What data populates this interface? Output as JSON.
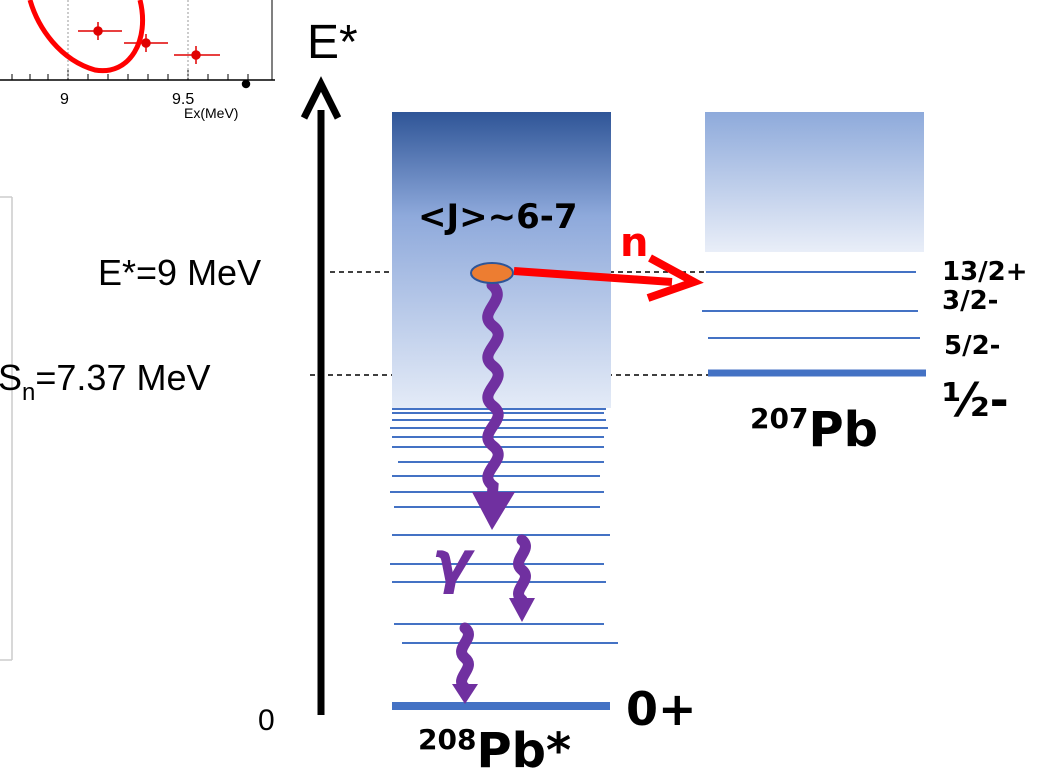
{
  "inset_plot": {
    "x_ticks": [
      "9",
      "9.5"
    ],
    "x_unit": "Ex(MeV)"
  },
  "axis": {
    "label": "E*",
    "zero_label": "0",
    "excitation_label": "E*=9 MeV",
    "sn_symbol": "S",
    "sn_subscript": "n",
    "sn_value": "=7.37 MeV"
  },
  "pb208": {
    "spin_label": "<J>~6-7",
    "gamma_label": "γ",
    "ground_state": "0+",
    "mass_number": "208",
    "element": "Pb*"
  },
  "neutron": {
    "label": "n"
  },
  "pb207": {
    "mass_number": "207",
    "element": "Pb",
    "levels": [
      "13/2+",
      "3/2-",
      "5/2-",
      "½-"
    ]
  },
  "colors": {
    "accent_red": "#ff0000",
    "gamma_purple": "#7030a0",
    "level_blue": "#4472c4",
    "nucleus_orange": "#ed7d31"
  }
}
